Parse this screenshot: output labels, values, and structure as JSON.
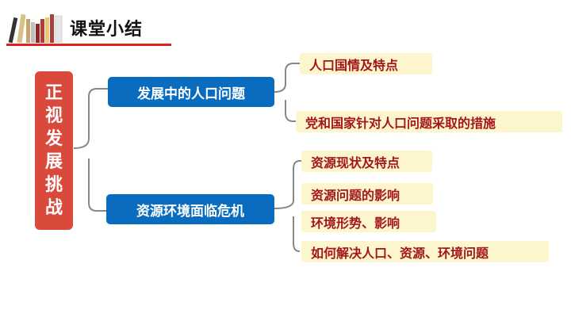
{
  "header": {
    "title": "课堂小结"
  },
  "root": {
    "chars": [
      "正",
      "视",
      "发",
      "展",
      "挑",
      "战"
    ]
  },
  "branches": [
    {
      "label": "发展中的人口问题",
      "items": [
        "人口国情及特点",
        "党和国家针对人口问题采取的措施"
      ]
    },
    {
      "label": "资源环境面临危机",
      "items": [
        "资源现状及特点",
        "资源问题的影响",
        "环境形势、影响",
        "如何解决人口、资源、环境问题"
      ]
    }
  ],
  "colors": {
    "root": "#d94a3d",
    "branch": "#0a6cbf",
    "leaf_bg": "#fdf5cc",
    "leaf_text": "#a3161a",
    "rule": "#e0201c"
  }
}
